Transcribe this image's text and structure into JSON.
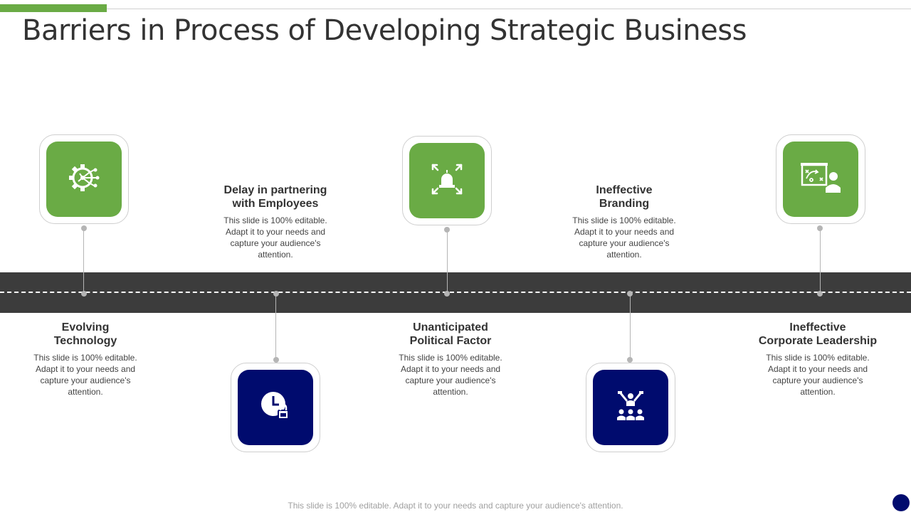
{
  "slide": {
    "title": "Barriers in Process of Developing Strategic Business",
    "footer": "This slide is 100% editable. Adapt it to your needs and capture your audience's attention."
  },
  "colors": {
    "accent_green": "#6aab45",
    "accent_navy": "#000b6e",
    "road": "#3c3c3c",
    "text": "#333333"
  },
  "barriers": [
    {
      "heading": "Evolving\nTechnology",
      "body": "This slide is 100% editable. Adapt it to your needs and capture your audience's attention.",
      "icon": "gear-network-icon"
    },
    {
      "heading": "Delay in partnering\nwith Employees",
      "body": "This slide is 100% editable. Adapt it to your needs and capture your audience's attention.",
      "icon": "clock-lock-icon"
    },
    {
      "heading": "Unanticipated\nPolitical Factor",
      "body": "This slide is 100% editable. Adapt it to your needs and capture your audience's attention.",
      "icon": "alarm-expand-icon"
    },
    {
      "heading": "Ineffective\nBranding",
      "body": "This slide is 100% editable. Adapt it to your needs and capture your audience's attention.",
      "icon": "leader-crowd-icon"
    },
    {
      "heading": "Ineffective\nCorporate Leadership",
      "body": "This slide is 100% editable. Adapt it to your needs and capture your audience's attention.",
      "icon": "strategy-presenter-icon"
    }
  ]
}
